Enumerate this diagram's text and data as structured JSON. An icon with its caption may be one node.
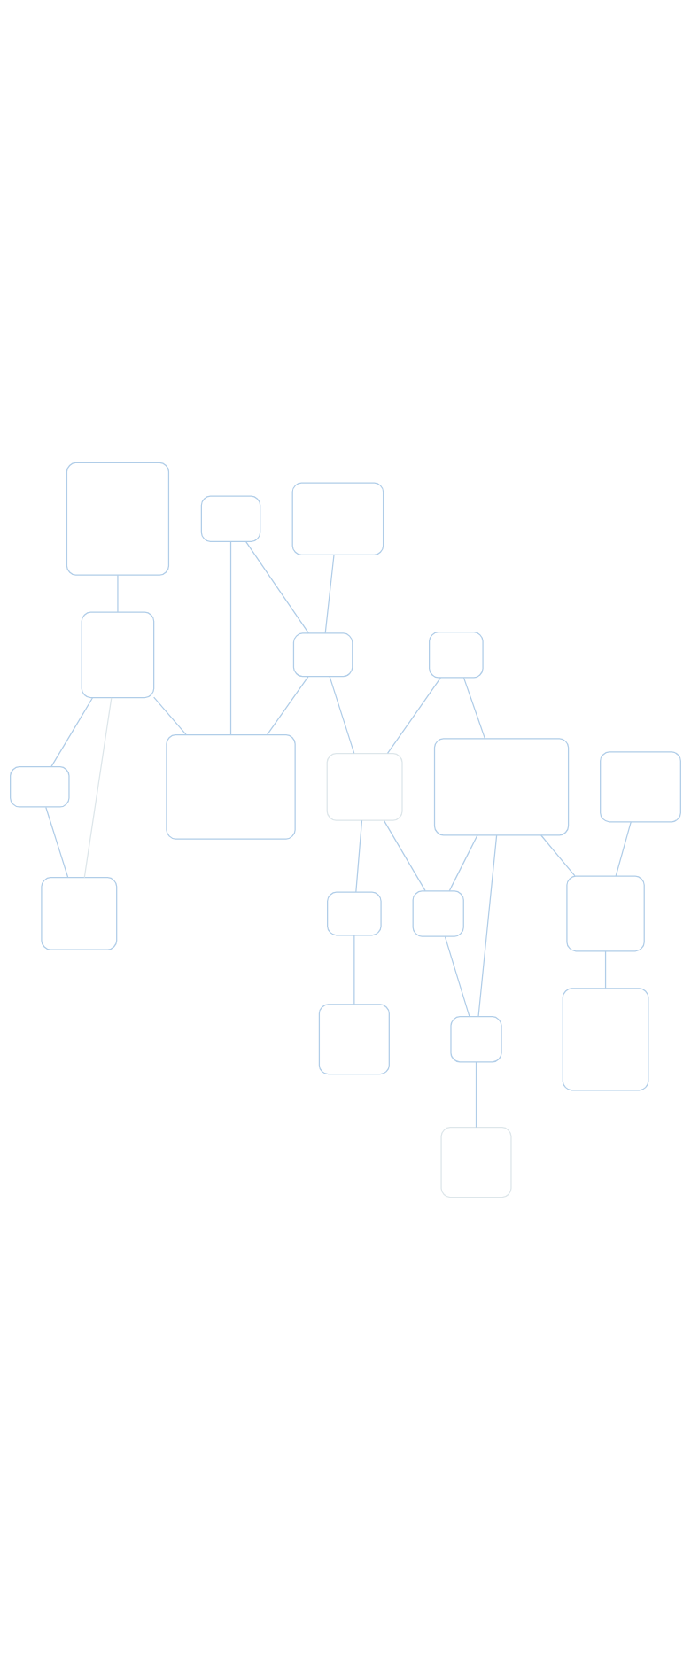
{
  "diagram": {
    "nodes": [
      {
        "text": [],
        "shape": "box"
      },
      {
        "text": [],
        "shape": "box"
      },
      {
        "text": [],
        "shape": "box"
      },
      {
        "text": [],
        "shape": "box"
      },
      {
        "text": [],
        "shape": "box"
      },
      {
        "text": [],
        "shape": "box"
      },
      {
        "text": [],
        "shape": "box"
      },
      {
        "text": [],
        "shape": "box"
      },
      {
        "text": [],
        "shape": "box"
      },
      {
        "text": [],
        "shape": "box"
      },
      {
        "text": [],
        "shape": "box"
      },
      {
        "text": [],
        "shape": "box"
      },
      {
        "text": [],
        "shape": "box"
      },
      {
        "text": [],
        "shape": "box"
      },
      {
        "text": [],
        "shape": "box"
      },
      {
        "text": [],
        "shape": "box"
      },
      {
        "text": [],
        "shape": "box"
      },
      {
        "text": [],
        "shape": "box"
      },
      {
        "text": [],
        "shape": "box"
      }
    ],
    "edges": [
      {
        "from": 1,
        "to": 2,
        "arrow": "none"
      },
      {
        "from": 2,
        "to": 0,
        "arrow": "none"
      },
      {
        "from": 0,
        "to": 3,
        "arrow": "none"
      },
      {
        "from": 2,
        "to": 3,
        "arrow": "none",
        "color": "#dde6ea"
      },
      {
        "from": 4,
        "to": 7,
        "arrow": "none"
      },
      {
        "from": 2,
        "to": 5,
        "arrow": "none"
      },
      {
        "from": 4,
        "to": 5,
        "arrow": "none"
      },
      {
        "from": 6,
        "to": 7,
        "arrow": "none"
      },
      {
        "from": 7,
        "to": 5,
        "arrow": "none"
      },
      {
        "from": 7,
        "to": 8,
        "arrow": "none"
      },
      {
        "from": 9,
        "to": 8,
        "arrow": "none"
      },
      {
        "from": 8,
        "to": 10,
        "arrow": "none"
      },
      {
        "from": 9,
        "to": 11,
        "arrow": "none"
      },
      {
        "from": 8,
        "to": 12,
        "arrow": "none"
      },
      {
        "from": 10,
        "to": 13,
        "arrow": "none"
      },
      {
        "from": 11,
        "to": 12,
        "arrow": "none"
      },
      {
        "from": 12,
        "to": 15,
        "arrow": "none"
      },
      {
        "from": 11,
        "to": 15,
        "arrow": "none"
      },
      {
        "from": 11,
        "to": 17,
        "arrow": "none"
      },
      {
        "from": 14,
        "to": 17,
        "arrow": "none"
      },
      {
        "from": 15,
        "to": 16,
        "arrow": "none"
      },
      {
        "from": 17,
        "to": 18,
        "arrow": "none"
      }
    ]
  }
}
